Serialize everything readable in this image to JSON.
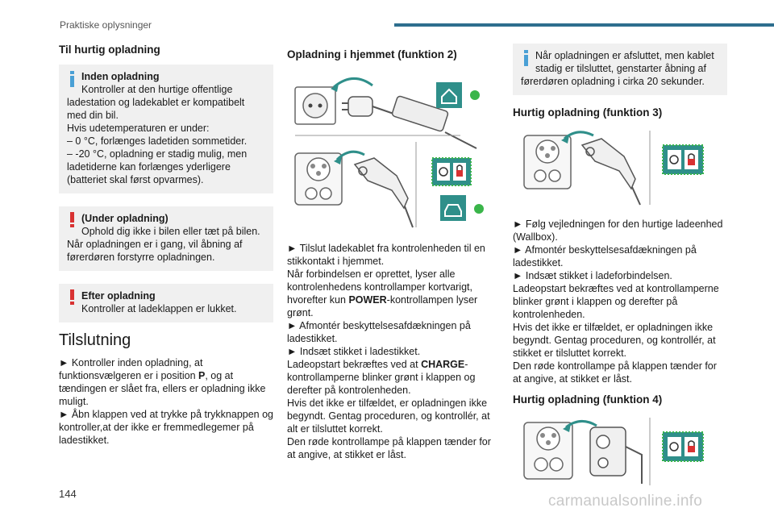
{
  "header": {
    "section": "Praktiske oplysninger"
  },
  "page_number": "144",
  "watermark": "carmanualsonline.info",
  "col1": {
    "heading": "Til hurtig opladning",
    "info_box": {
      "title": "Inden opladning",
      "line1": "Kontroller at den hurtige offentlige",
      "rest": "ladestation og ladekablet er kompatibelt med din bil.",
      "temp_intro": "Hvis udetemperaturen er under:",
      "temp_1": "– 0 °C, forlænges ladetiden sommetider.",
      "temp_2": "– -20 °C, opladning er stadig mulig, men ladetiderne kan forlænges yderligere (batteriet skal først opvarmes)."
    },
    "warn_box_1": {
      "title": "(Under opladning)",
      "line1": "Ophold dig ikke i bilen eller tæt på bilen.",
      "rest": "Når opladningen er i gang, vil åbning af førerdøren forstyrre opladningen."
    },
    "warn_box_2": {
      "title": "Efter opladning",
      "line1": "Kontroller at ladeklappen er lukket."
    },
    "section_title": "Tilslutning",
    "para_1a": "► Kontroller inden opladning, at funktionsvælgeren er i position ",
    "para_1b": "P",
    "para_1c": ", og at tændingen er slået fra, ellers er opladning ikke muligt.",
    "para_2": "► Åbn klappen ved at trykke på trykknappen og kontroller,at der ikke er fremmedlegemer på ladestikket."
  },
  "col2": {
    "heading": "Opladning i hjemmet (funktion 2)",
    "p1": "► Tilslut ladekablet fra kontrolenheden til en stikkontakt i hjemmet.",
    "p2": "Når forbindelsen er oprettet, lyser alle kontrolenhedens kontrollamper kortvarigt, hvorefter kun ",
    "p2_bold": "POWER",
    "p2_end": "-kontrollampen lyser grønt.",
    "p3": "► Afmontér beskyttelsesafdækningen på ladestikket.",
    "p4": "► Indsæt stikket i ladestikket.",
    "p5": "Ladeopstart bekræftes ved at ",
    "p5_bold": "CHARGE",
    "p5_end": "-kontrollamperne blinker grønt i klappen og derefter på kontrolenheden.",
    "p6": "Hvis det ikke er tilfældet, er opladningen ikke begyndt. Gentag proceduren, og kontrollér, at alt er tilsluttet korrekt.",
    "p7": "Den røde kontrollampe på klappen tænder for at angive, at stikket er låst."
  },
  "col3": {
    "info_box": {
      "line1": "Når opladningen er afsluttet, men kablet",
      "line2": "stadig er tilsluttet, genstarter åbning af",
      "rest": "førerdøren opladning i cirka 20 sekunder."
    },
    "heading_1": "Hurtig opladning (funktion 3)",
    "p1": "► Følg vejledningen for den hurtige ladeenhed (Wallbox).",
    "p2": "► Afmontér beskyttelsesafdækningen på ladestikket.",
    "p3": "► Indsæt stikket i ladeforbindelsen.",
    "p4": "Ladeopstart bekræftes ved at kontrollamperne blinker grønt i klappen og derefter på kontrolenheden.",
    "p5": "Hvis det ikke er tilfældet, er opladningen ikke begyndt. Gentag proceduren, og kontrollér, at stikket er tilsluttet korrekt.",
    "p6": "Den røde kontrollampe på klappen tænder for at angive, at stikket er låst.",
    "heading_2": "Hurtig opladning (funktion 4)"
  },
  "colors": {
    "header_bar": "#2d6e8e",
    "info": "#4aa0d5",
    "warning": "#d83232",
    "box_bg": "#f0f0f0",
    "lamp_green": "#3ab54a",
    "panel_teal": "#2f8f8a"
  }
}
